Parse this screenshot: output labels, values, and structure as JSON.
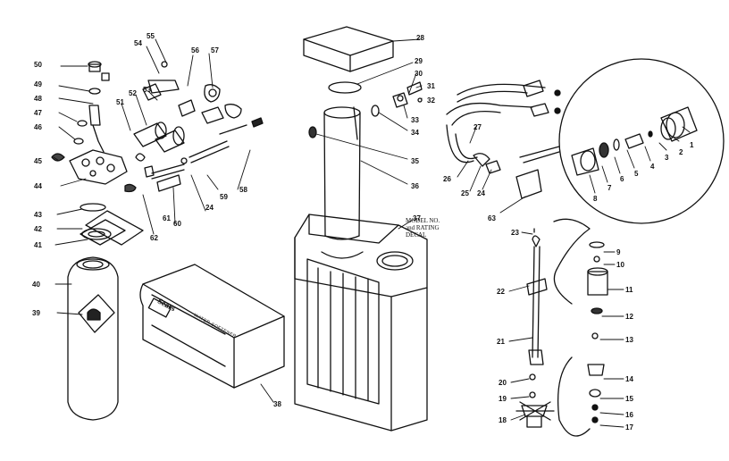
{
  "diagram": {
    "callouts": [
      "1",
      "2",
      "3",
      "4",
      "5",
      "6",
      "7",
      "8",
      "9",
      "10",
      "11",
      "12",
      "13",
      "14",
      "15",
      "16",
      "17",
      "18",
      "19",
      "20",
      "21",
      "22",
      "23",
      "24",
      "25",
      "26",
      "27",
      "28",
      "29",
      "30",
      "31",
      "32",
      "33",
      "34",
      "35",
      "36",
      "37",
      "38",
      "39",
      "40",
      "41",
      "42",
      "43",
      "44",
      "45",
      "46",
      "47",
      "48",
      "49",
      "50",
      "51",
      "52",
      "53",
      "54",
      "55",
      "56",
      "57",
      "58",
      "59",
      "60",
      "61",
      "62",
      "63"
    ],
    "decal_line1": "MODEL NO.",
    "decal_line2": "and RATING",
    "decal_line3": "DECAL",
    "brand_text": "Sears",
    "case_text": "WATER SOFTENER"
  }
}
